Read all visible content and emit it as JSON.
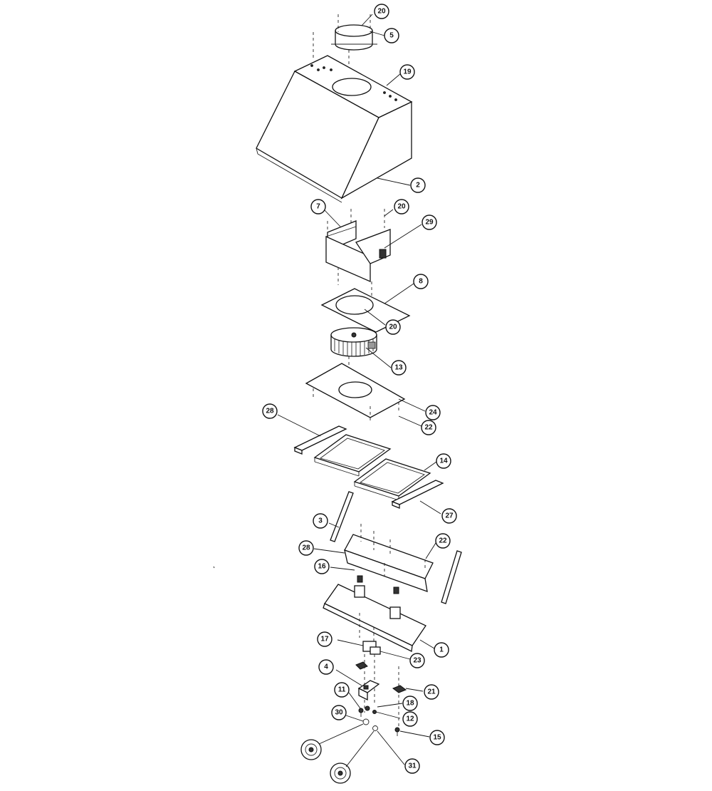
{
  "callouts": [
    {
      "id": "c20a",
      "label": "20"
    },
    {
      "id": "c5",
      "label": "5"
    },
    {
      "id": "c19",
      "label": "19"
    },
    {
      "id": "c2",
      "label": "2"
    },
    {
      "id": "c7",
      "label": "7"
    },
    {
      "id": "c20b",
      "label": "20"
    },
    {
      "id": "c29",
      "label": "29"
    },
    {
      "id": "c8",
      "label": "8"
    },
    {
      "id": "c20c",
      "label": "20"
    },
    {
      "id": "c13",
      "label": "13"
    },
    {
      "id": "c24",
      "label": "24"
    },
    {
      "id": "c22a",
      "label": "22"
    },
    {
      "id": "c28a",
      "label": "28"
    },
    {
      "id": "c14",
      "label": "14"
    },
    {
      "id": "c27",
      "label": "27"
    },
    {
      "id": "c3",
      "label": "3"
    },
    {
      "id": "c28b",
      "label": "28"
    },
    {
      "id": "c22b",
      "label": "22"
    },
    {
      "id": "c16",
      "label": "16"
    },
    {
      "id": "c1",
      "label": "1"
    },
    {
      "id": "c17",
      "label": "17"
    },
    {
      "id": "c23",
      "label": "23"
    },
    {
      "id": "c4",
      "label": "4"
    },
    {
      "id": "c21",
      "label": "21"
    },
    {
      "id": "c11",
      "label": "11"
    },
    {
      "id": "c18",
      "label": "18"
    },
    {
      "id": "c12",
      "label": "12"
    },
    {
      "id": "c30",
      "label": "30"
    },
    {
      "id": "c15",
      "label": "15"
    },
    {
      "id": "c31",
      "label": "31"
    }
  ]
}
